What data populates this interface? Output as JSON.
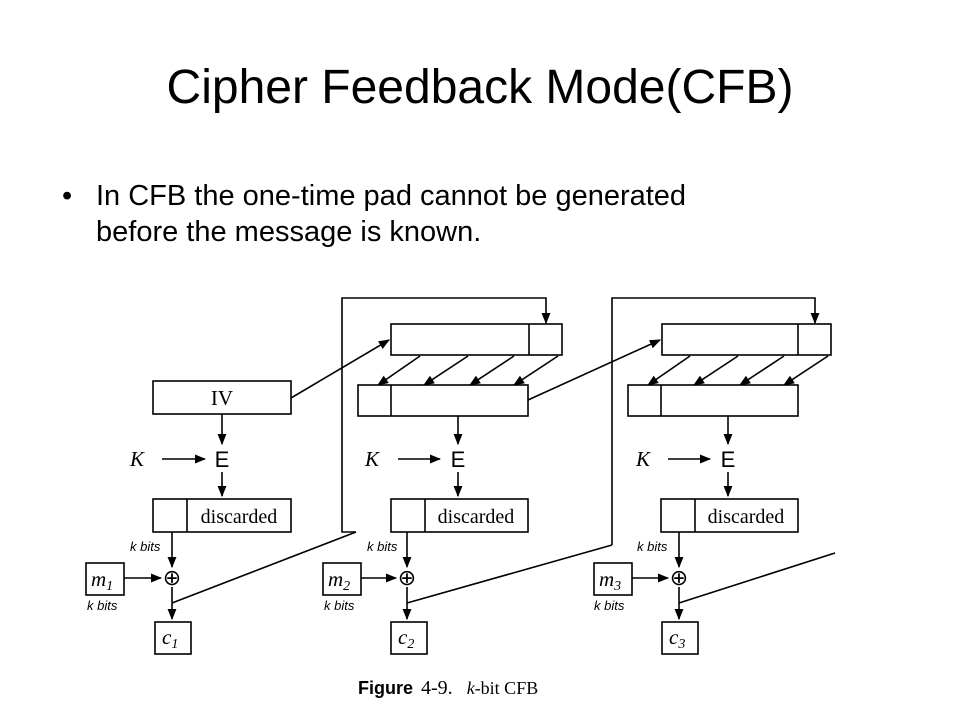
{
  "title": "Cipher Feedback Mode(CFB)",
  "bullets": [
    {
      "text_line1": "In CFB the one-time pad cannot be generated",
      "text_line2": "before the message is known."
    }
  ],
  "diagram": {
    "iv_label": "IV",
    "key_label": "K",
    "encrypt_label": "E",
    "discarded_label": "discarded",
    "kbits_label": "k bits",
    "xor_symbol": "⊕",
    "m_letter": "m",
    "c_letter": "c",
    "stages": [
      {
        "index": "1"
      },
      {
        "index": "2"
      },
      {
        "index": "3"
      }
    ],
    "caption_prefix": "Figure",
    "caption_number": "4-9.",
    "caption_k": "k",
    "caption_rest": "-bit CFB"
  }
}
